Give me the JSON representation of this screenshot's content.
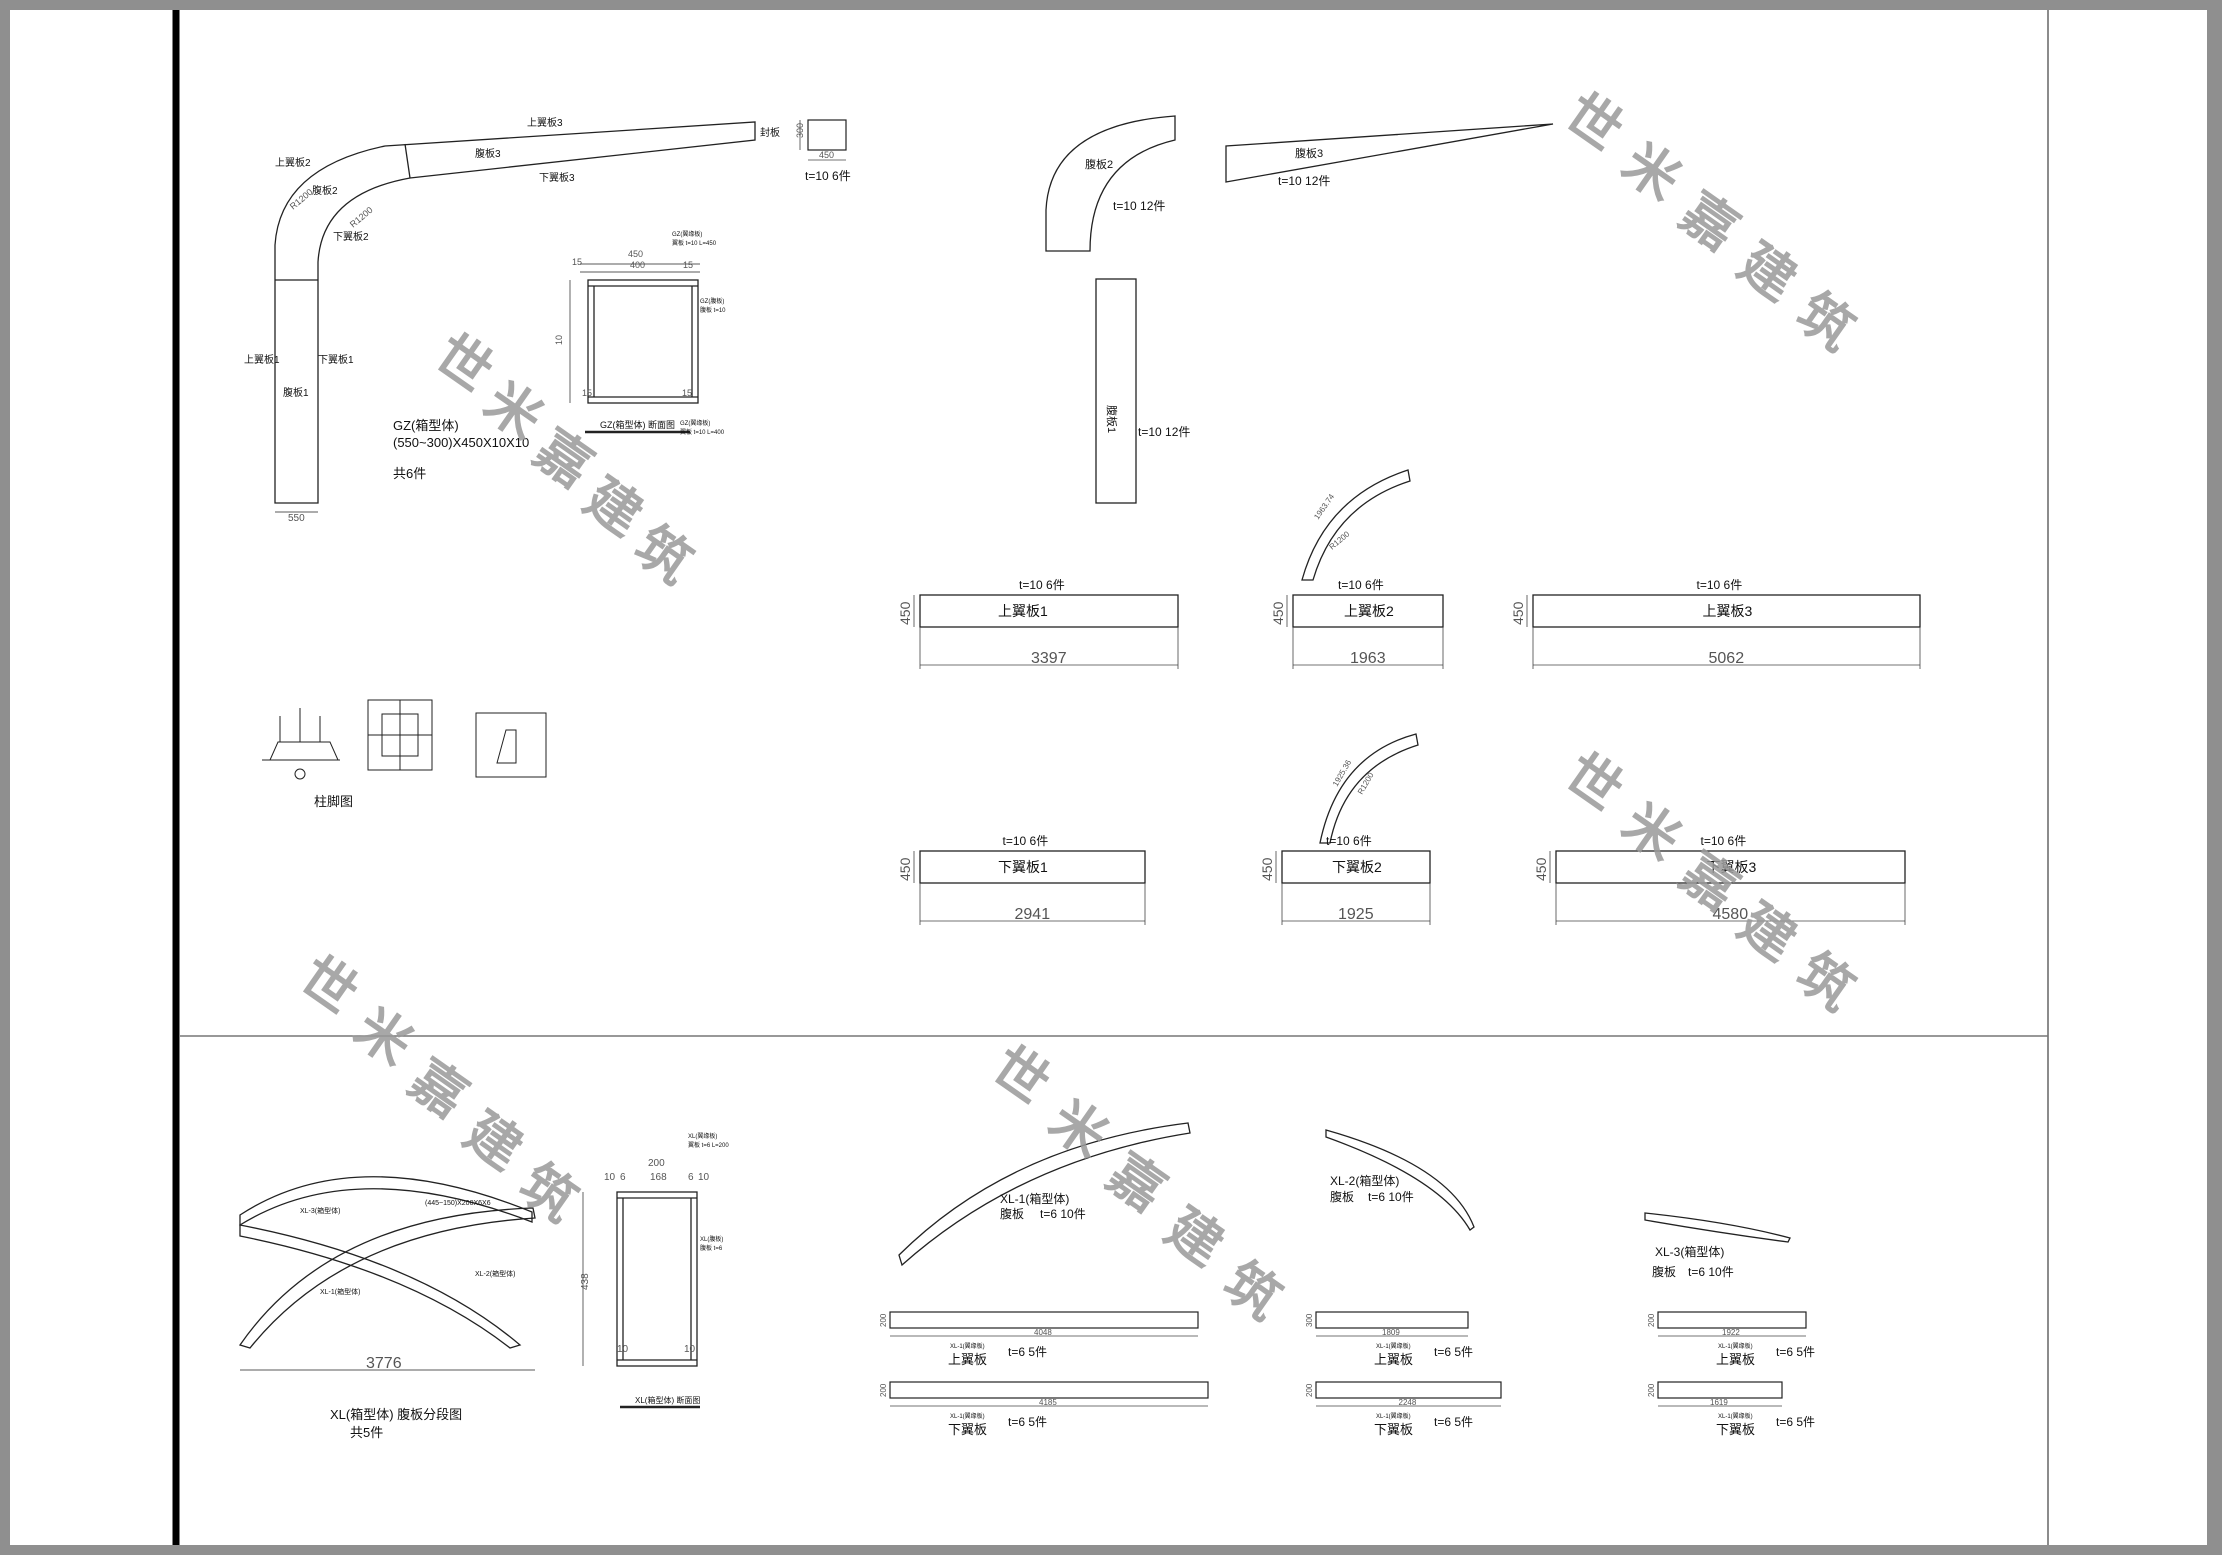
{
  "colors": {
    "frame": "#8f8f8f",
    "paper": "#ffffff",
    "line": "#1a1a1a",
    "watermark": "#9a9a9a"
  },
  "watermark": {
    "chars": [
      "世",
      "米",
      "嘉",
      "建",
      "筑"
    ]
  },
  "gz": {
    "elevation": {
      "upper1": "上翼板1",
      "lower1": "下翼板1",
      "web1": "腹板1",
      "upper2": "上翼板2",
      "web2": "腹板2",
      "lower2": "下翼板2",
      "upper3": "上翼板3",
      "web3": "腹板3",
      "lower3": "下翼板3",
      "r1": "R1200",
      "r2": "R1200",
      "end_plate": "封板",
      "width": "550"
    },
    "end_plate_detail": {
      "dim_h": "300",
      "dim_w": "450",
      "spec": "t=10 6件"
    },
    "title": "GZ(箱型体)",
    "size": "(550~300)X450X10X10",
    "qty": "共6件",
    "section": {
      "d450": "450",
      "d400": "400",
      "d15a": "15",
      "d15b": "15",
      "d15c": "15",
      "d15d": "15",
      "d10": "10",
      "label": "GZ(箱型体) 断面图",
      "note1": "GZ(翼缘板)",
      "note1b": "翼板 t=10 L=450",
      "note2": "GZ(腹板)",
      "note2b": "腹板 t=10",
      "note3": "GZ(翼缘板)",
      "note3b": "翼板 t=10 L=400"
    }
  },
  "base": {
    "label": "柱脚图"
  },
  "webs": {
    "web2": {
      "label": "腹板2",
      "spec": "t=10 12件"
    },
    "web3": {
      "label": "腹板3",
      "spec": "t=10 12件"
    },
    "web1": {
      "label": "腹板1",
      "spec": "t=10 12件"
    }
  },
  "arcs": {
    "a1_len": "1963.74",
    "a1_r": "R1200",
    "a2_len": "1925.36",
    "a2_r": "R1200"
  },
  "upper_plates": [
    {
      "label": "上翼板1",
      "spec": "t=10 6件",
      "width": "450",
      "length": "3397"
    },
    {
      "label": "上翼板2",
      "spec": "t=10 6件",
      "width": "450",
      "length": "1963"
    },
    {
      "label": "上翼板3",
      "spec": "t=10 6件",
      "width": "450",
      "length": "5062"
    }
  ],
  "lower_plates": [
    {
      "label": "下翼板1",
      "spec": "t=10 6件",
      "width": "450",
      "length": "2941"
    },
    {
      "label": "下翼板2",
      "spec": "t=10 6件",
      "width": "450",
      "length": "1925"
    },
    {
      "label": "下翼板3",
      "spec": "t=10 6件",
      "width": "450",
      "length": "4580"
    }
  ],
  "xl": {
    "assembly": {
      "xl3": "XL-3(箱型体)",
      "xl2": "XL-2(箱型体)",
      "xl1": "XL-1(箱型体)",
      "size": "(445~150)X200X6X6",
      "span": "3776",
      "title": "XL(箱型体) 腹板分段图",
      "qty": "共5件"
    },
    "section": {
      "d200": "200",
      "d168": "168",
      "d10a": "10",
      "d6a": "6",
      "d6b": "6",
      "d10b": "10",
      "d438": "438",
      "d10c": "10",
      "d10d": "10",
      "label": "XL(箱型体) 断面图",
      "note1": "XL(翼缘板)",
      "note1b": "翼板 t=6 L=200",
      "note2": "XL(腹板)",
      "note2b": "腹板 t=6"
    },
    "xl1": {
      "title": "XL-1(箱型体)",
      "web": "腹板",
      "web_spec": "t=6 10件",
      "upper_w": "200",
      "upper_len": "4048",
      "upper_tag": "XL-1(翼缘板)",
      "upper_label": "上翼板",
      "upper_spec": "t=6 5件",
      "lower_w": "200",
      "lower_len": "4185",
      "lower_tag": "XL-1(翼缘板)",
      "lower_label": "下翼板",
      "lower_spec": "t=6 5件"
    },
    "xl2": {
      "title": "XL-2(箱型体)",
      "web": "腹板",
      "web_spec": "t=6 10件",
      "upper_w": "300",
      "upper_len": "1809",
      "upper_tag": "XL-1(翼缘板)",
      "upper_label": "上翼板",
      "upper_spec": "t=6 5件",
      "lower_w": "200",
      "lower_len": "2248",
      "lower_tag": "XL-1(翼缘板)",
      "lower_label": "下翼板",
      "lower_spec": "t=6 5件"
    },
    "xl3": {
      "title": "XL-3(箱型体)",
      "web": "腹板",
      "web_spec": "t=6 10件",
      "upper_w": "200",
      "upper_len": "1922",
      "upper_tag": "XL-1(翼缘板)",
      "upper_label": "上翼板",
      "upper_spec": "t=6 5件",
      "lower_w": "200",
      "lower_len": "1619",
      "lower_tag": "XL-1(翼缘板)",
      "lower_label": "下翼板",
      "lower_spec": "t=6 5件"
    }
  }
}
